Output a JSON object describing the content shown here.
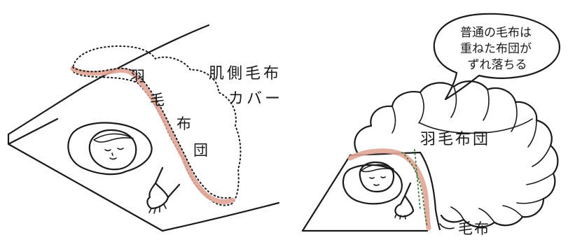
{
  "left_illustration": {
    "label_blanket_cover": "肌側毛布\nカバー",
    "label_blanket_cover_line1": "肌側毛布",
    "label_blanket_cover_line2": "カバー",
    "label_duvet_chars": [
      "羽",
      "毛",
      "布",
      "団"
    ]
  },
  "right_illustration": {
    "speech_bubble_line1": "普通の毛布は",
    "speech_bubble_line2": "重ねた布団が",
    "speech_bubble_line3": "ずれ落ちる",
    "label_duvet": "羽毛布団",
    "label_blanket": "毛布"
  },
  "colors": {
    "ink": "#1a1a1a",
    "cover_highlight": "#e0a595",
    "dotted_green": "#3d7a3d",
    "background": "#ffffff"
  }
}
